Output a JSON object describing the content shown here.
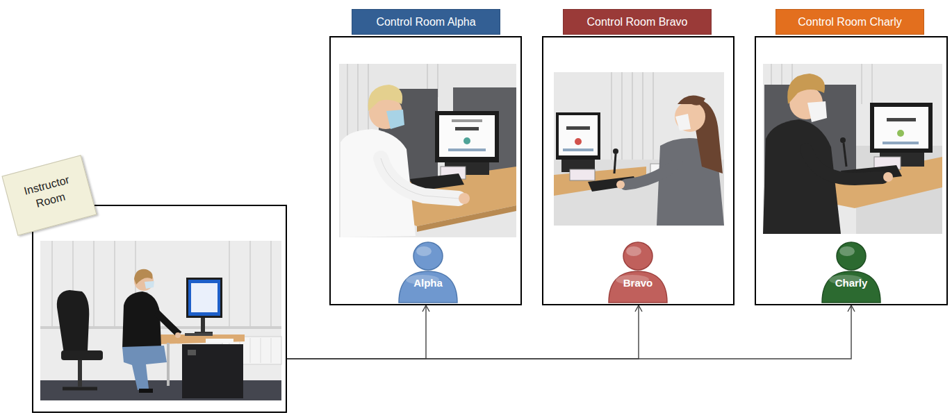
{
  "diagram": {
    "nodes": [
      {
        "text": [
          "Instructor Room"
        ]
      },
      {
        "text": [
          "Control Room Alpha"
        ]
      },
      {
        "text": [
          "Alpha"
        ],
        "in": 1
      },
      {
        "text": [
          "Control Room Bravo"
        ]
      },
      {
        "text": [
          "Bravo"
        ],
        "in": 3
      },
      {
        "text": [
          "Control Room Charly"
        ]
      },
      {
        "text": [
          "Charly"
        ],
        "in": 5
      }
    ],
    "edges": [
      {
        "from": 0,
        "to": 1,
        "arrow": "to"
      },
      {
        "from": 0,
        "to": 3,
        "arrow": "to"
      },
      {
        "from": 0,
        "to": 5,
        "arrow": "to"
      }
    ]
  }
}
